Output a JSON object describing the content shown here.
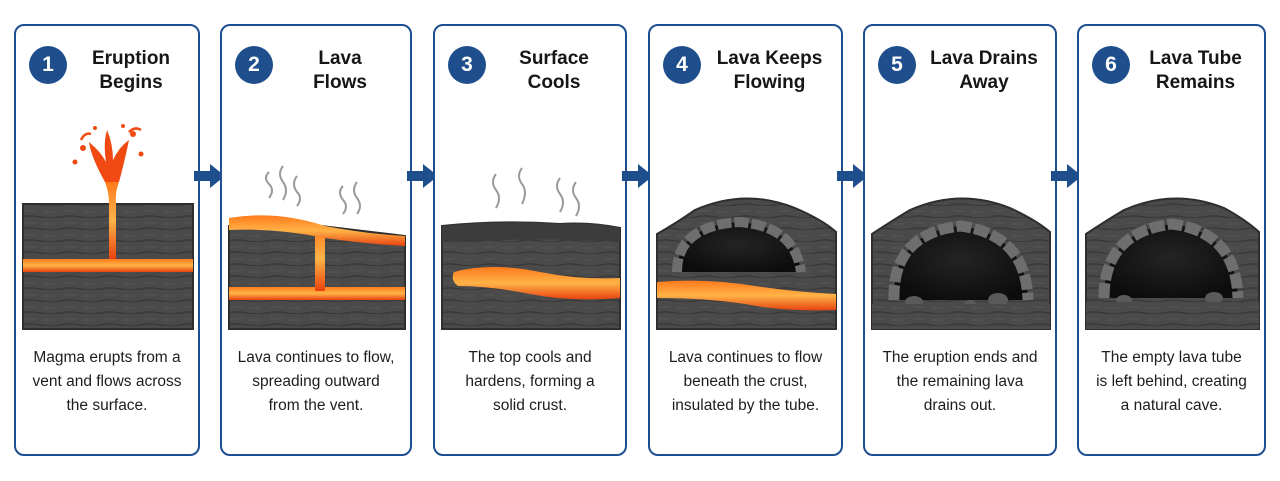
{
  "steps": [
    {
      "number": "1",
      "title_line1": "Eruption",
      "title_line2": "Begins",
      "desc_line1": "Magma erupts from a",
      "desc_line2": "vent and flows across",
      "desc_line3": "the surface."
    },
    {
      "number": "2",
      "title_line1": "Lava",
      "title_line2": "Flows",
      "desc_line1": "Lava continues to flow,",
      "desc_line2": "spreading outward",
      "desc_line3": "from the vent."
    },
    {
      "number": "3",
      "title_line1": "Surface",
      "title_line2": "Cools",
      "desc_line1": "The top cools and",
      "desc_line2": "hardens, forming a",
      "desc_line3": "solid crust."
    },
    {
      "number": "4",
      "title_line1": "Lava Keeps",
      "title_line2": "Flowing",
      "desc_line1": "Lava continues to flow",
      "desc_line2": "beneath the crust,",
      "desc_line3": "insulated by the tube."
    },
    {
      "number": "5",
      "title_line1": "Lava Drains",
      "title_line2": "Away",
      "desc_line1": "The eruption ends and",
      "desc_line2": "the remaining lava",
      "desc_line3": "drains out."
    },
    {
      "number": "6",
      "title_line1": "Lava Tube",
      "title_line2": "Remains",
      "desc_line1": "The empty lava tube",
      "desc_line2": "is left behind, creating",
      "desc_line3": "a natural cave."
    }
  ],
  "colors": {
    "border": "#1d4f91",
    "badge": "#1f4e8c",
    "arrow": "#1f4e8c",
    "rock": "#4a4a4a",
    "rock_dark": "#363636",
    "lava": "#f04a12",
    "lava_glow": "#ffae3d",
    "tube_dark": "#141414",
    "steam": "#9a9a9a"
  }
}
